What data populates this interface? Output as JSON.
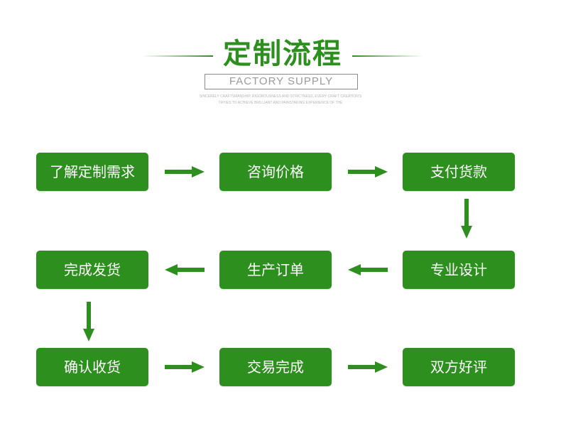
{
  "header": {
    "title": "定制流程",
    "subtitle": "FACTORY SUPPLY",
    "tagline_line1": "SINCERELY CRAFTSMANSHIP, RIGOROUSNESS AND STRICTNESS, EVERY CRAFT CREATION'S",
    "tagline_line2": "TRYIES TO ACHIEVE BRILLIANT AND PAINSTAKING EXPERIENCE OF THE"
  },
  "colors": {
    "accent": "#2c8f1e",
    "step_text": "#ffffff"
  },
  "steps": [
    {
      "label": "了解定制需求"
    },
    {
      "label": "咨询价格"
    },
    {
      "label": "支付货款"
    },
    {
      "label": "专业设计"
    },
    {
      "label": "生产订单"
    },
    {
      "label": "完成发货"
    },
    {
      "label": "确认收货"
    },
    {
      "label": "交易完成"
    },
    {
      "label": "双方好评"
    }
  ]
}
